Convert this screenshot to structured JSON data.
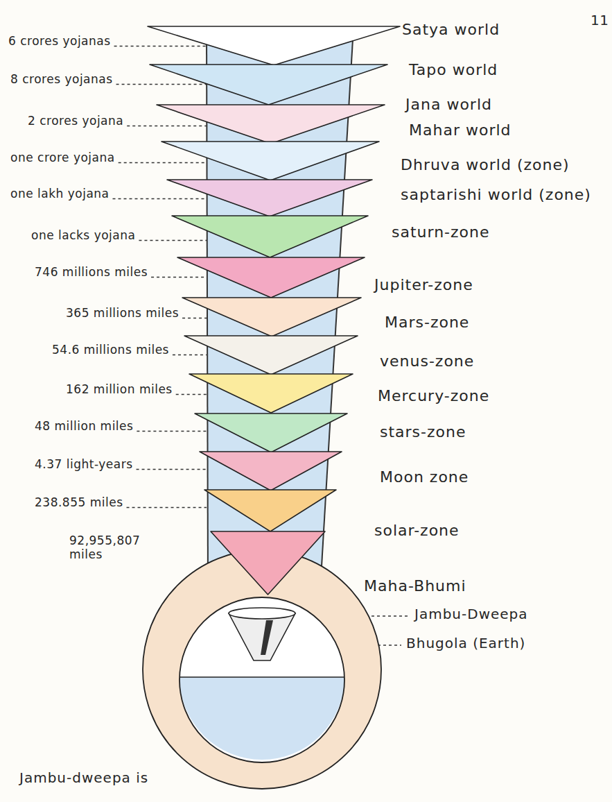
{
  "diagram": {
    "caption": "Jambu-dweepa is",
    "nodes": [
      {
        "text": [
          "Satya world"
        ]
      },
      {
        "text": [
          "Tapo world"
        ]
      },
      {
        "text": [
          "Jana world"
        ]
      },
      {
        "text": [
          "Mahar world"
        ]
      },
      {
        "text": [
          "Dhruva world (zone)"
        ]
      },
      {
        "text": [
          "saptarishi world (zone)"
        ]
      },
      {
        "text": [
          "saturn-zone"
        ]
      },
      {
        "text": [
          "Jupiter-zone"
        ]
      },
      {
        "text": [
          "Mars-zone"
        ]
      },
      {
        "text": [
          "venus-zone"
        ]
      },
      {
        "text": [
          "Mercury-zone"
        ]
      },
      {
        "text": [
          "stars-zone"
        ]
      },
      {
        "text": [
          "Moon zone"
        ]
      },
      {
        "text": [
          "solar-zone"
        ]
      },
      {
        "text": [
          "Maha-Bhumi"
        ]
      },
      {
        "text": [
          "Bhugola (Earth)"
        ],
        "in": 14
      },
      {
        "text": [
          "Jambu-Dweepa"
        ],
        "in": 15
      }
    ],
    "labels": [
      "11",
      "6 crores yojanas",
      "8 crores yojanas",
      "2 crores yojana",
      "one crore yojana",
      "one lakh yojana",
      "one lacks yojana",
      "746 millions miles",
      "365 millions miles",
      "54.6 millions miles",
      "162 million miles",
      "48 million miles",
      "4.37 light-years",
      "238.855 miles",
      "92,955,807 miles"
    ]
  }
}
